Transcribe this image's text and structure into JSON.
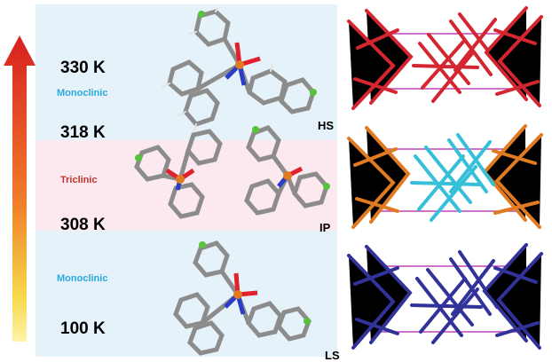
{
  "temperatures": {
    "t330": "330 K",
    "t318": "318 K",
    "t308": "308 K",
    "t100": "100 K"
  },
  "phases": {
    "top": {
      "label": "Monoclinic",
      "color": "#2aa9df"
    },
    "middle": {
      "label": "Triclinic",
      "color": "#c0332b"
    },
    "bottom": {
      "label": "Monoclinic",
      "color": "#2aa9df"
    }
  },
  "spin_states": {
    "hs": "HS",
    "ip": "IP",
    "ls": "LS"
  },
  "colors": {
    "hs_lattice": "#d42630",
    "ip_lattice_a": "#e07b22",
    "ip_lattice_b": "#35bfd8",
    "ls_lattice": "#31339a",
    "cell_outline": "#c042b8",
    "arrow_top": "#d81f1f",
    "arrow_bottom": "#fff3a8",
    "bond_gray": "#8c8c8c",
    "iron": "#e07b22",
    "nitrogen": "#2b3cc8",
    "oxygen": "#e0202a",
    "chlorine": "#55c43a"
  }
}
